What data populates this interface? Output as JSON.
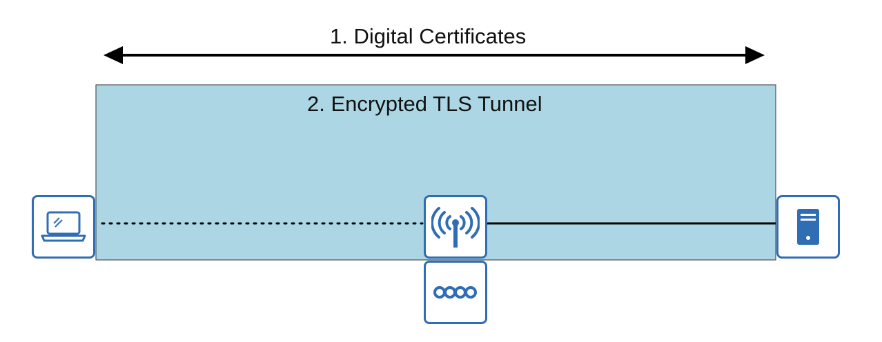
{
  "labels": {
    "certificates": "1. Digital Certificates",
    "tunnel": "2. Encrypted TLS Tunnel"
  },
  "colors": {
    "tunnel_fill": "#acd6e4",
    "node_border": "#2f6db4",
    "icon": "#2f6db4",
    "arrow": "#000000",
    "link": "#000000"
  },
  "nodes": [
    {
      "id": "laptop",
      "icon": "laptop-icon"
    },
    {
      "id": "access-point",
      "icon": "wireless-access-point-icon"
    },
    {
      "id": "wireless-lan-controller",
      "icon": "wlc-icon"
    },
    {
      "id": "server",
      "icon": "server-icon"
    }
  ],
  "links": [
    {
      "from": "laptop",
      "to": "access-point",
      "style": "dotted"
    },
    {
      "from": "access-point",
      "to": "server",
      "style": "solid"
    }
  ]
}
